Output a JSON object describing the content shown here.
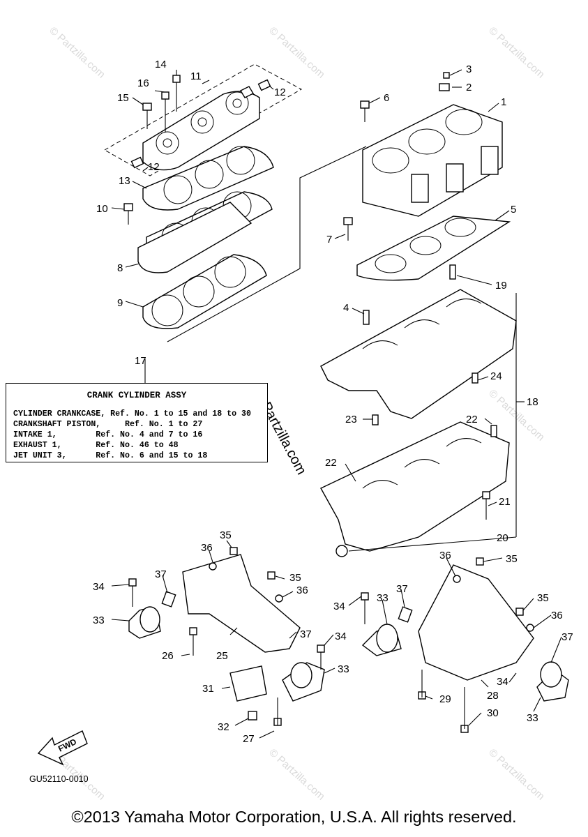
{
  "legend": {
    "title": "CRANK CYLINDER ASSY",
    "rows": [
      "CYLINDER CRANKCASE, Ref. No. 1 to 15 and 18 to 30",
      "CRANKSHAFT PISTON,     Ref. No. 1 to 27",
      "INTAKE 1,        Ref. No. 4 and 7 to 16",
      "EXHAUST 1,       Ref. No. 46 to 48",
      "JET UNIT 3,      Ref. No. 6 and 15 to 18"
    ]
  },
  "diagram_code": "GU52110-0010",
  "fwd_label": "FWD",
  "copyright": "©2013 Yamaha Motor Corporation, U.S.A. All rights reserved.",
  "watermark": "© Partzilla.com",
  "center_watermark": "© Partzilla.com",
  "callouts": [
    "14",
    "11",
    "16",
    "15",
    "12",
    "12",
    "13",
    "10",
    "8",
    "9",
    "3",
    "2",
    "1",
    "6",
    "5",
    "7",
    "19",
    "4",
    "24",
    "17",
    "18",
    "23",
    "22",
    "22",
    "21",
    "20",
    "35",
    "36",
    "37",
    "34",
    "33",
    "26",
    "25",
    "35",
    "36",
    "37",
    "34",
    "33",
    "31",
    "32",
    "27",
    "36",
    "35",
    "37",
    "33",
    "34",
    "35",
    "36",
    "37",
    "29",
    "28",
    "34",
    "30",
    "33"
  ]
}
